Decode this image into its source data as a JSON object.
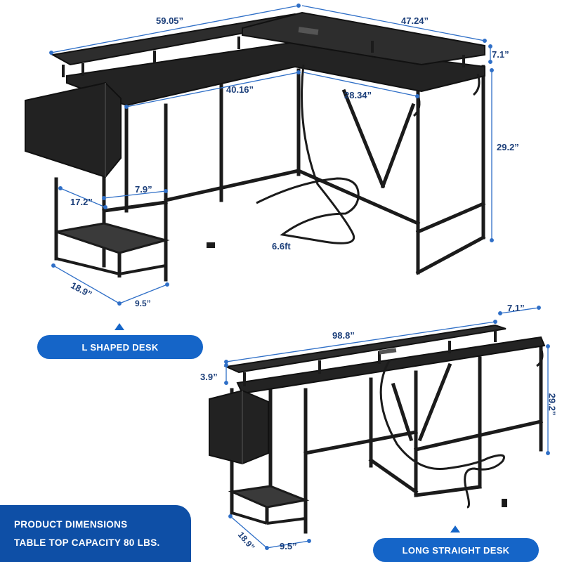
{
  "l_desk": {
    "label": "L SHAPED DESK",
    "dims": {
      "width_left": "59.05”",
      "width_right": "47.24”",
      "shelf_height": "7.1”",
      "inner_left": "40.16”",
      "inner_right": "28.34”",
      "height": "29.2”",
      "gap": "7.9”",
      "shelf_depth": "17.2”",
      "cord": "6.6ft",
      "leg_depth": "18.9”",
      "leg_width": "9.5”"
    }
  },
  "straight_desk": {
    "label": "LONG STRAIGHT DESK",
    "dims": {
      "length": "98.8”",
      "shelf_height": "7.1”",
      "riser": "3.9”",
      "height": "29.2”",
      "leg_depth": "18.9”",
      "leg_width": "9.5”"
    }
  },
  "info": {
    "line1": "PRODUCT DIMENSIONS",
    "line2": "TABLE TOP CAPACITY 80 LBS."
  },
  "colors": {
    "frame": "#1b1b1b",
    "wood": "#2a2a2a",
    "accent": "#1565c8",
    "dim_text": "#1c3f7a",
    "dim_line": "#2f6fc7"
  }
}
